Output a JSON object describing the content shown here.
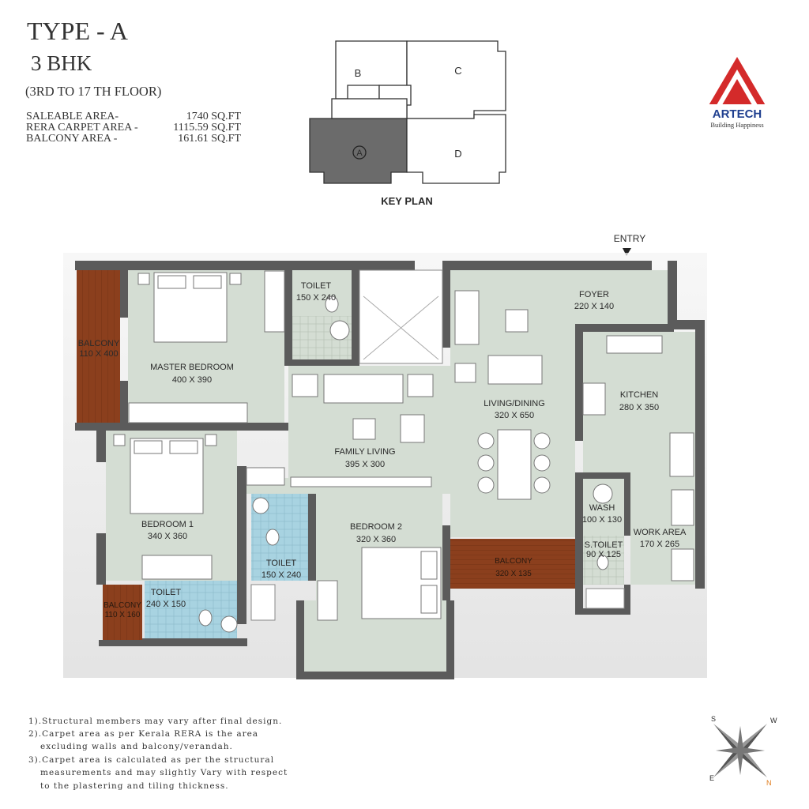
{
  "header": {
    "type": "TYPE - A",
    "bhk": "3 BHK",
    "floors": "(3RD TO 17 TH FLOOR)",
    "areas": [
      {
        "label": "SALEABLE AREA-",
        "value": "1740 SQ.FT"
      },
      {
        "label": "RERA CARPET AREA -",
        "value": "1115.59 SQ.FT"
      },
      {
        "label": "BALCONY AREA -",
        "value": "161.61 SQ.FT"
      }
    ]
  },
  "key_plan": {
    "title": "KEY PLAN",
    "blocks": [
      "A",
      "B",
      "C",
      "D"
    ],
    "highlight": "A",
    "highlight_color": "#6b6b6b"
  },
  "logo": {
    "name": "ARTECH",
    "tagline": "Building Happiness",
    "color": "#d42a2a",
    "text_color": "#1f3f8f"
  },
  "plan": {
    "entry": "ENTRY",
    "rooms": {
      "balcony_master": {
        "name": "BALCONY",
        "size": "110 X 400"
      },
      "master_bedroom": {
        "name": "MASTER BEDROOM",
        "size": "400 X 390"
      },
      "toilet_master": {
        "name": "TOILET",
        "size": "150 X 240"
      },
      "foyer": {
        "name": "FOYER",
        "size": "220 X 140"
      },
      "living_dining": {
        "name": "LIVING/DINING",
        "size": "320 X 650"
      },
      "kitchen": {
        "name": "KITCHEN",
        "size": "280 X 350"
      },
      "family_living": {
        "name": "FAMILY LIVING",
        "size": "395 X 300"
      },
      "bedroom1": {
        "name": "BEDROOM 1",
        "size": "340 X 360"
      },
      "bedroom2": {
        "name": "BEDROOM 2",
        "size": "320 X 360"
      },
      "toilet_b2": {
        "name": "TOILET",
        "size": "150 X 240"
      },
      "toilet_b1": {
        "name": "TOILET",
        "size": "240 X 150"
      },
      "balcony_b1": {
        "name": "BALCONY",
        "size": "110 X 160"
      },
      "balcony_living": {
        "name": "BALCONY",
        "size": "320 X 135"
      },
      "wash": {
        "name": "WASH",
        "size": "100 X 130"
      },
      "s_toilet": {
        "name": "S.TOILET",
        "size": "90 X 125"
      },
      "work_area": {
        "name": "WORK AREA",
        "size": "170 X 265"
      }
    },
    "colors": {
      "wall": "#5b5b5b",
      "floor": "#d4ddd3",
      "wet_area": "#a8d3e1",
      "balcony": "#8b3f1d"
    }
  },
  "notes": [
    "1).Structural members may vary after final design.",
    "2).Carpet area as per Kerala RERA is the area",
    "excluding walls and balcony/verandah.",
    "3).Carpet area is calculated as per the structural",
    "measurements and may slightly Vary with respect",
    "to the plastering and tiling thickness."
  ],
  "compass": {
    "s": "S",
    "w": "W",
    "e": "E",
    "n": "N"
  }
}
